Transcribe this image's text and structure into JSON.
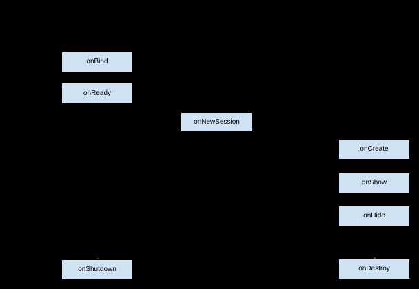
{
  "diagram": {
    "type": "lifecycle-flow-diagram",
    "colors": {
      "background": "#000000",
      "node_fill": "#cfe2f3",
      "node_border": "#000000",
      "node_text": "#000000"
    },
    "nodes": [
      {
        "id": "onBind",
        "label": "onBind"
      },
      {
        "id": "onReady",
        "label": "onReady"
      },
      {
        "id": "onNewSession",
        "label": "onNewSession"
      },
      {
        "id": "onCreate",
        "label": "onCreate"
      },
      {
        "id": "onShow",
        "label": "onShow"
      },
      {
        "id": "onHide",
        "label": "onHide"
      },
      {
        "id": "onDestroy",
        "label": "onDestroy"
      },
      {
        "id": "onShutdown",
        "label": "onShutdown"
      }
    ]
  }
}
